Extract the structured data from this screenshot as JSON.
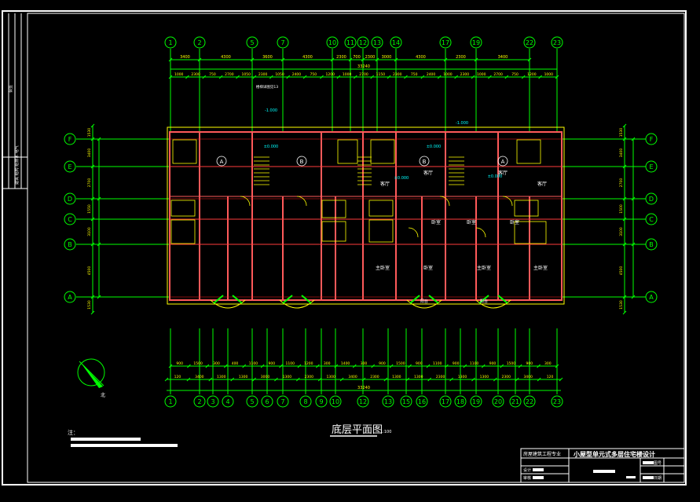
{
  "colors": {
    "background": "#000000",
    "frame": "#ffffff",
    "axis": "#00ff00",
    "wall": "#ff5a5a",
    "dims": "#ffff00",
    "room_text": "#ffffff",
    "grid_line": "#ff2020",
    "elev_text": "#00ffff"
  },
  "drawing": {
    "title": "底层平面图",
    "scale": "1:100",
    "notes_label": "注：",
    "north_label": "北"
  },
  "axes": {
    "top_labels": [
      "1",
      "2",
      "5",
      "7",
      "10",
      "11",
      "12",
      "13",
      "14",
      "17",
      "19",
      "22",
      "23"
    ],
    "bottom_labels": [
      "1",
      "2",
      "3",
      "4",
      "5",
      "6",
      "7",
      "8",
      "9",
      "10",
      "12",
      "13",
      "15",
      "16",
      "17",
      "18",
      "19",
      "20",
      "21",
      "22",
      "23"
    ],
    "left_labels": [
      "F",
      "E",
      "D",
      "C",
      "B",
      "A"
    ],
    "right_labels": [
      "F",
      "E",
      "D",
      "C",
      "B",
      "A"
    ]
  },
  "dimensions": {
    "top_row1": [
      "3400",
      "4300",
      "3600",
      "4300",
      "2300",
      "700",
      "2300",
      "3000",
      "4300",
      "2300",
      "3400"
    ],
    "top_total": "33240",
    "top_row3": [
      "1000",
      "2300",
      "750",
      "2700",
      "1050",
      "2300",
      "1050",
      "2400",
      "750",
      "1200",
      "1000",
      "2700",
      "1150",
      "2300",
      "750",
      "2400",
      "1000",
      "2300",
      "1000",
      "2700",
      "750",
      "1200",
      "1000"
    ],
    "bottom_row1": [
      "900",
      "1500",
      "300",
      "400",
      "1100",
      "900",
      "1100",
      "1200",
      "300",
      "1400",
      "300",
      "900",
      "1500",
      "900",
      "1100",
      "900",
      "1100",
      "900",
      "1500",
      "900",
      "300"
    ],
    "bottom_row2": [
      "120",
      "3400",
      "1300",
      "1300",
      "3000",
      "1300",
      "2300",
      "1300",
      "3400",
      "2300",
      "1300",
      "1300",
      "2300",
      "1300",
      "1300",
      "2300",
      "3400",
      "120"
    ],
    "bottom_total": "33240",
    "left_vertical": [
      "1530",
      "3400",
      "2700",
      "1550",
      "3100",
      "4500",
      "1530"
    ],
    "right_vertical": [
      "1530",
      "3400",
      "2700",
      "1500",
      "3100",
      "4500",
      "1530"
    ]
  },
  "rooms": {
    "unit_tags": [
      "A",
      "B",
      "B",
      "A"
    ],
    "living": [
      "客厅",
      "客厅",
      "客厅",
      "客厅"
    ],
    "bedrooms": [
      "卧室",
      "卧室",
      "卧室",
      "卧室"
    ],
    "master": [
      "主卧室",
      "主卧室",
      "主卧室"
    ],
    "balcony": [
      "阳台",
      "阳台"
    ],
    "elevations": [
      "±0.000",
      "±0.000",
      "±0.000",
      "±0.000",
      "-1.000",
      "-1.000"
    ],
    "stair_note": "楼梯详图见13"
  },
  "title_block": {
    "school": "房屋建筑工程专业",
    "project": "小屋型单元式多层住宅楼设计",
    "row2_left": "设计",
    "row3_left": "审核",
    "right_lbl1": "图号",
    "right_lbl2": "日期"
  },
  "side_strip": {
    "top_text": "会签",
    "mid_text": "建筑 结构 给排水 电气"
  }
}
